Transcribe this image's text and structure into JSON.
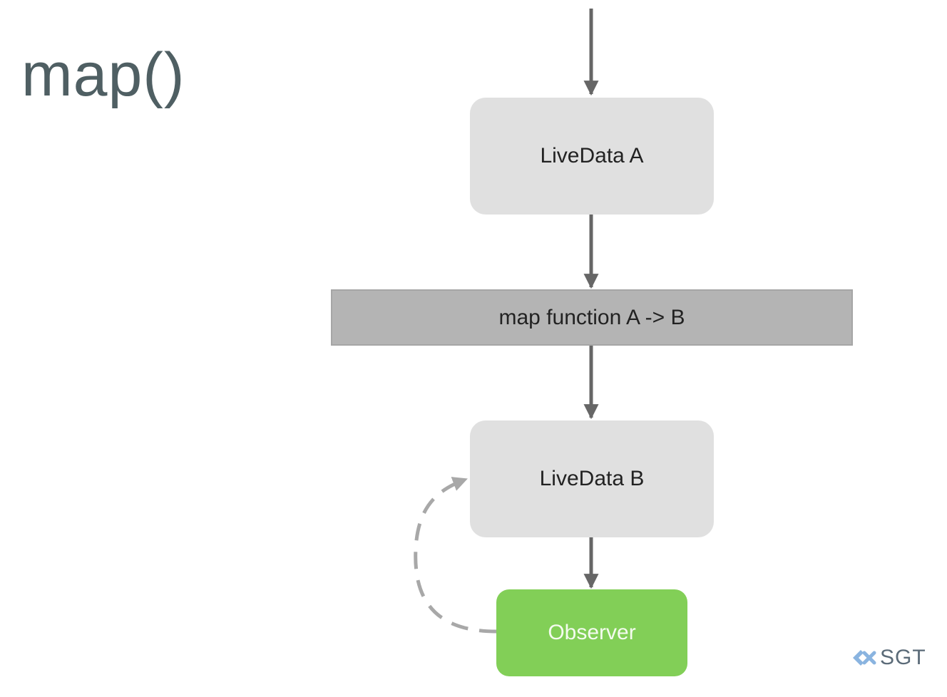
{
  "title": "map()",
  "nodes": {
    "livedata_a": "LiveData A",
    "map_function": "map function A -> B",
    "livedata_b": "LiveData B",
    "observer": "Observer"
  },
  "logo": {
    "text": "SGT",
    "icon": "x-diamond-icon"
  },
  "colors": {
    "title": "#4f5f63",
    "livedata_fill": "#e0e0e0",
    "map_fill": "#b4b4b4",
    "observer_fill": "#82cf57",
    "arrow": "#666666",
    "dashed_arrow": "#a8a8a8",
    "logo_text": "#5b6b78",
    "logo_icon": "#8ab4e0"
  }
}
